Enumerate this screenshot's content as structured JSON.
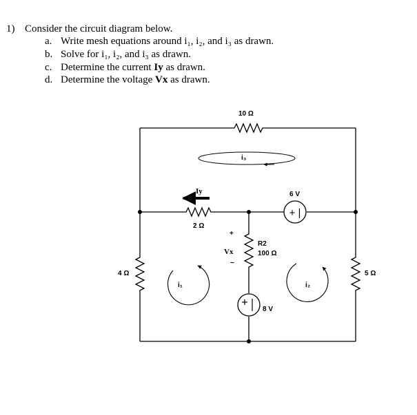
{
  "question": {
    "number": "1)",
    "intro": "Consider the circuit diagram below.",
    "items": [
      {
        "letter": "a.",
        "text": "Write mesh equations around i₁, i₂, and i₃ as drawn."
      },
      {
        "letter": "b.",
        "text": "Solve for i₁, i₂, and i₃ as drawn."
      },
      {
        "letter": "c.",
        "pre": "Determine the current ",
        "bold": "Iy",
        "post": " as drawn."
      },
      {
        "letter": "d.",
        "pre": "Determine the voltage ",
        "bold": "Vx",
        "post": " as drawn."
      }
    ]
  },
  "circuit": {
    "resistor_top": "10 Ω",
    "resistor_iy": "2 Ω",
    "resistor_left": "4 Ω",
    "resistor_right": "5 Ω",
    "resistor_r2_name": "R2",
    "resistor_r2_value": "100 Ω",
    "source_top": "6 V",
    "source_top_symbol": "+ |",
    "source_bottom": "8 V",
    "current_iy": "Iy",
    "voltage_vx": "Vx",
    "vx_plus": "+",
    "vx_minus": "−",
    "mesh_1": "i₁",
    "mesh_2": "i₂",
    "mesh_3": "i₃"
  }
}
